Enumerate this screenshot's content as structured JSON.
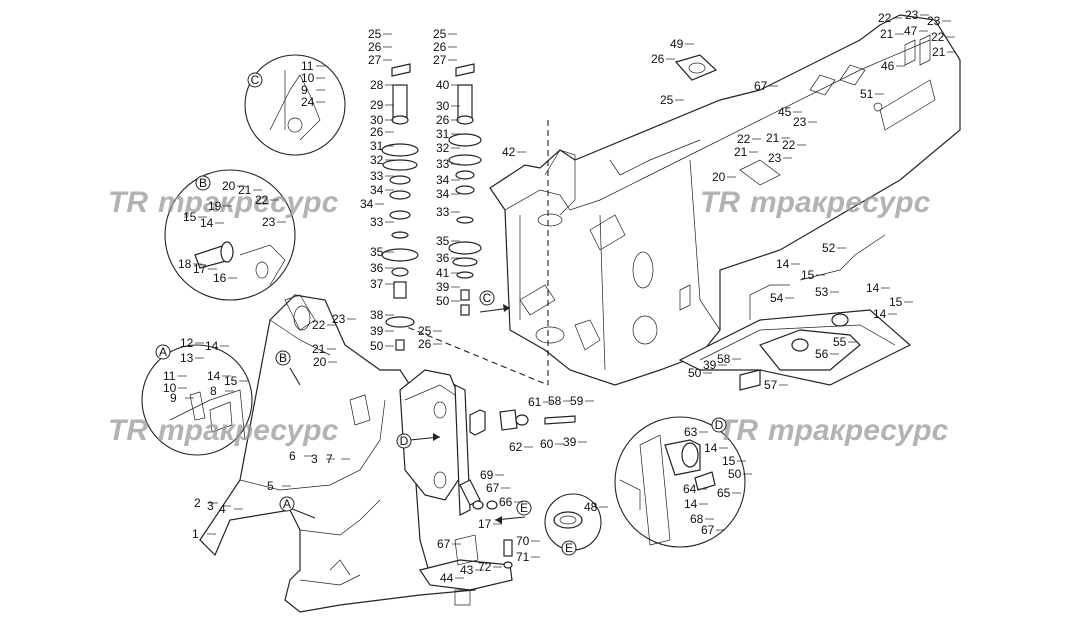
{
  "watermark": {
    "logo": "TR",
    "text": "тракресурс"
  },
  "callout_letters": [
    "C",
    "B",
    "A",
    "D",
    "E"
  ],
  "labels": {
    "stack_left": [
      "25",
      "26",
      "27",
      "28",
      "29",
      "30",
      "26",
      "31",
      "32",
      "33",
      "34",
      "34",
      "33",
      "35",
      "36",
      "37",
      "38",
      "39",
      "50",
      "25",
      "26"
    ],
    "stack_right": [
      "25",
      "26",
      "27",
      "40",
      "30",
      "26",
      "31",
      "32",
      "33",
      "34",
      "34",
      "33",
      "35",
      "36",
      "41",
      "39",
      "50"
    ],
    "detail_c": [
      "11",
      "10",
      "9",
      "24"
    ],
    "detail_b": [
      "20",
      "21",
      "22",
      "19",
      "23",
      "15",
      "14",
      "18",
      "17",
      "16"
    ],
    "detail_a": [
      "12",
      "14",
      "13",
      "11",
      "14",
      "10",
      "15",
      "9",
      "8"
    ],
    "detail_d": [
      "63",
      "14",
      "15",
      "50",
      "64",
      "65",
      "14",
      "68",
      "67"
    ],
    "detail_e": [
      "48"
    ],
    "frame_top": [
      "22",
      "23",
      "47",
      "23",
      "21",
      "22",
      "21",
      "49",
      "26",
      "25",
      "46",
      "67",
      "51",
      "45",
      "21",
      "23",
      "22",
      "42",
      "22",
      "21",
      "23",
      "20"
    ],
    "rear_assembly": [
      "14",
      "15",
      "52",
      "14",
      "15",
      "54",
      "53",
      "14",
      "55",
      "56",
      "50",
      "39",
      "58",
      "57"
    ],
    "main_frame": [
      "22",
      "23",
      "21",
      "20",
      "6",
      "3",
      "7",
      "5",
      "2",
      "3",
      "4",
      "1"
    ],
    "center_parts": [
      "61",
      "58",
      "59",
      "60",
      "39",
      "62",
      "69",
      "67",
      "66",
      "17",
      "67",
      "70",
      "71",
      "44",
      "43",
      "72"
    ]
  }
}
